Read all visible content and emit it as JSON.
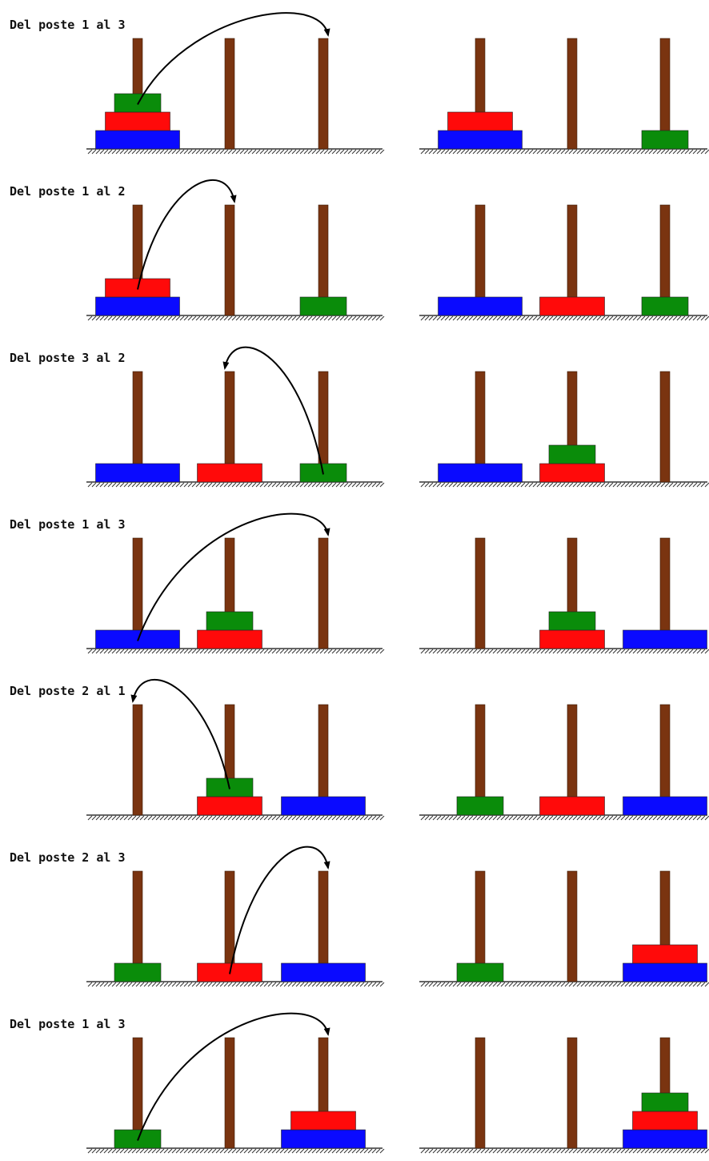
{
  "colors": {
    "peg": "#7a3410",
    "ground": "#333333",
    "arrow": "#000000",
    "disks": {
      "large": "#0a0aff",
      "medium": "#ff0a0a",
      "small": "#0a8c0a"
    }
  },
  "steps": [
    {
      "label": "Del poste 1 al 3",
      "before": [
        [
          "large",
          "medium",
          "small"
        ],
        [],
        []
      ],
      "after": [
        [
          "large",
          "medium"
        ],
        [],
        [
          "small"
        ]
      ]
    },
    {
      "label": "Del poste 1 al 2",
      "before": [
        [
          "large",
          "medium"
        ],
        [],
        [
          "small"
        ]
      ],
      "after": [
        [
          "large"
        ],
        [
          "medium"
        ],
        [
          "small"
        ]
      ]
    },
    {
      "label": "Del poste 3 al 2",
      "before": [
        [
          "large"
        ],
        [
          "medium"
        ],
        [
          "small"
        ]
      ],
      "after": [
        [
          "large"
        ],
        [
          "medium",
          "small"
        ],
        []
      ]
    },
    {
      "label": "Del poste 1 al 3",
      "before": [
        [
          "large"
        ],
        [
          "medium",
          "small"
        ],
        []
      ],
      "after": [
        [],
        [
          "medium",
          "small"
        ],
        [
          "large"
        ]
      ]
    },
    {
      "label": "Del poste 2 al 1",
      "before": [
        [],
        [
          "medium",
          "small"
        ],
        [
          "large"
        ]
      ],
      "after": [
        [
          "small"
        ],
        [
          "medium"
        ],
        [
          "large"
        ]
      ]
    },
    {
      "label": "Del poste 2 al 3",
      "before": [
        [
          "small"
        ],
        [
          "medium"
        ],
        [
          "large"
        ]
      ],
      "after": [
        [
          "small"
        ],
        [],
        [
          "large",
          "medium"
        ]
      ]
    },
    {
      "label": "Del poste 1 al 3",
      "before": [
        [
          "small"
        ],
        [],
        [
          "large",
          "medium"
        ]
      ],
      "after": [
        [],
        [],
        [
          "large",
          "medium",
          "small"
        ]
      ]
    }
  ]
}
